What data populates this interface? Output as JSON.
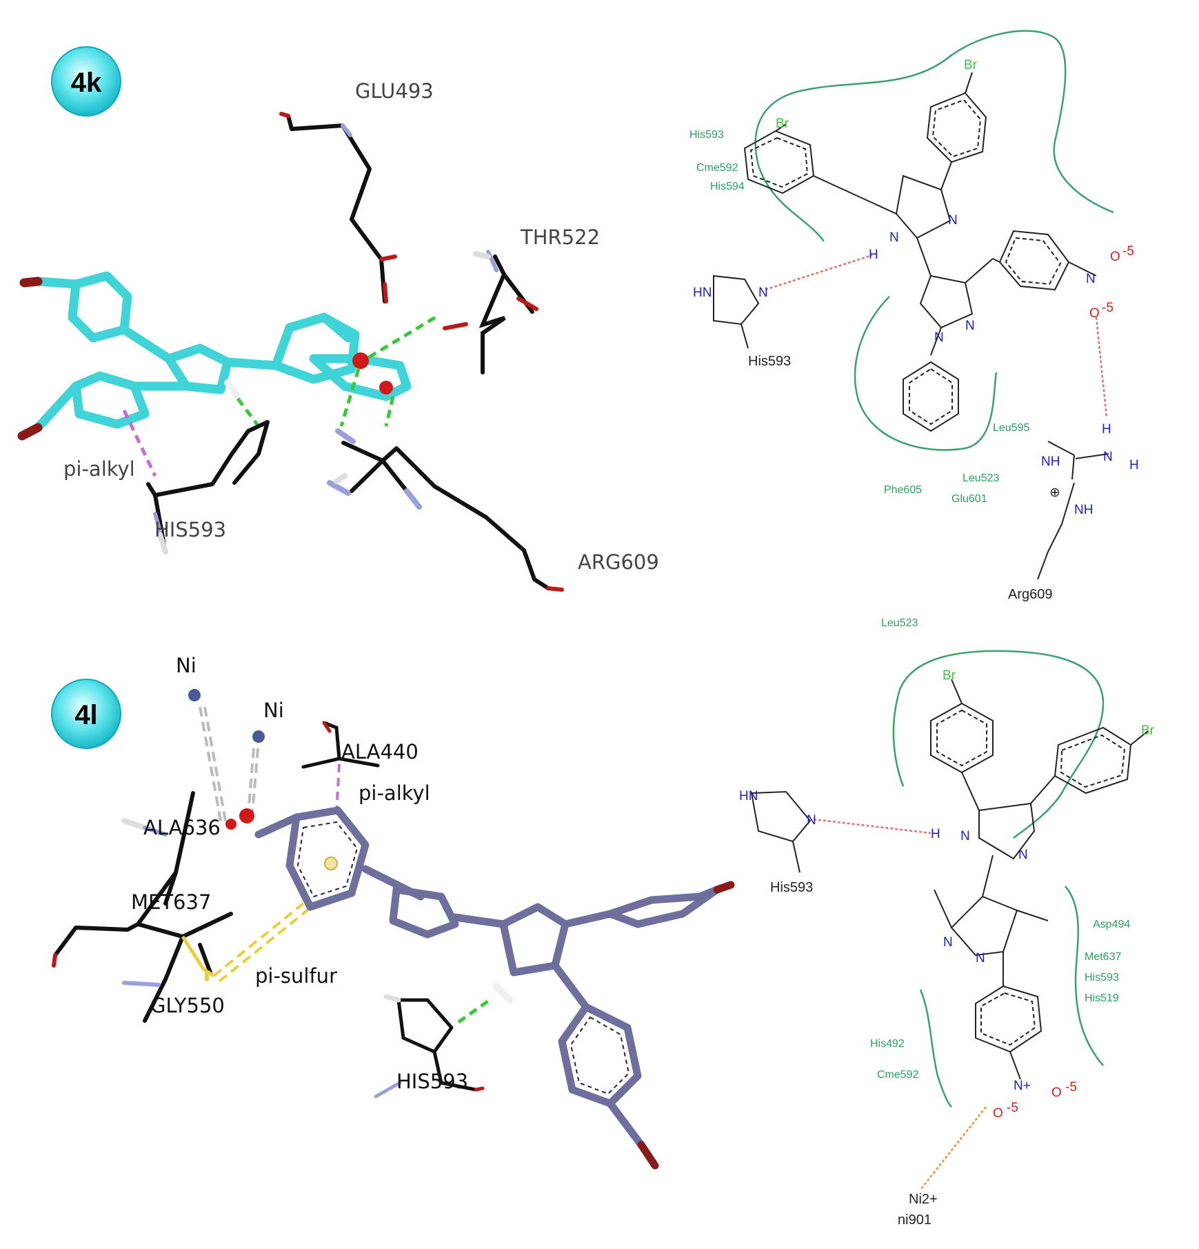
{
  "panels": {
    "top": {
      "badge": "4k",
      "labels_3d": {
        "glu493": "GLU493",
        "thr522": "THR522",
        "his593": "HIS593",
        "arg609": "ARG609",
        "pi_alkyl": "pi-alkyl"
      },
      "diagram_2d": {
        "residues_green": [
          "His593",
          "Cme592",
          "His594",
          "Leu595",
          "Phe605",
          "Leu523",
          "Glu601"
        ],
        "residues_black": [
          "His593",
          "Arg609"
        ],
        "atoms": {
          "br1": "Br",
          "br2": "Br",
          "n_imid1": "N",
          "n_imid2": "N",
          "h_imid": "H",
          "n_pyr1": "N",
          "n_pyr2": "N",
          "n_nitro": "N",
          "o1": "O",
          "o2": "O",
          "o_charge1": "-5",
          "o_charge2": "-5",
          "his_hn": "HN",
          "his_n": "N",
          "arg_h1": "H",
          "arg_h2": "H",
          "arg_nh": "NH",
          "arg_n": "N",
          "arg_nh2": "NH",
          "plus": "⊕"
        }
      }
    },
    "bottom": {
      "badge": "4l",
      "labels_3d": {
        "ni1": "Ni",
        "ni2": "Ni",
        "ala440": "ALA440",
        "pi_alkyl": "pi-alkyl",
        "ala636": "ALA636",
        "met637": "MET637",
        "pi_sulfur": "pi-sulfur",
        "gly550": "GLY550",
        "his593": "HIS593"
      },
      "diagram_2d": {
        "residues_green": [
          "Leu523",
          "Asp494",
          "Met637",
          "His593",
          "His519",
          "His492",
          "Cme592"
        ],
        "residues_black": [
          "His593",
          "Ni2+",
          "ni901"
        ],
        "atoms": {
          "br1": "Br",
          "br2": "Br",
          "h_imid": "H",
          "n_imid1": "N",
          "n_imid2": "N",
          "n_pyr1": "N",
          "n_pyr2": "N",
          "n_nitro": "N+",
          "o1": "O",
          "o2": "O",
          "o_charge1": "-5",
          "o_charge2": "-5",
          "his_hn": "HN",
          "his_n": "N"
        }
      }
    }
  },
  "colors": {
    "ligand_4k": "#3fd4d8",
    "ligand_4l": "#6e6f9c",
    "hbond": "#36c836",
    "pi_alkyl": "#c070d0",
    "pi_sulfur": "#e8d03a",
    "pocket_line": "#3aa070",
    "hbond_2d": "#e07070",
    "residue_green": "#2aa060"
  }
}
